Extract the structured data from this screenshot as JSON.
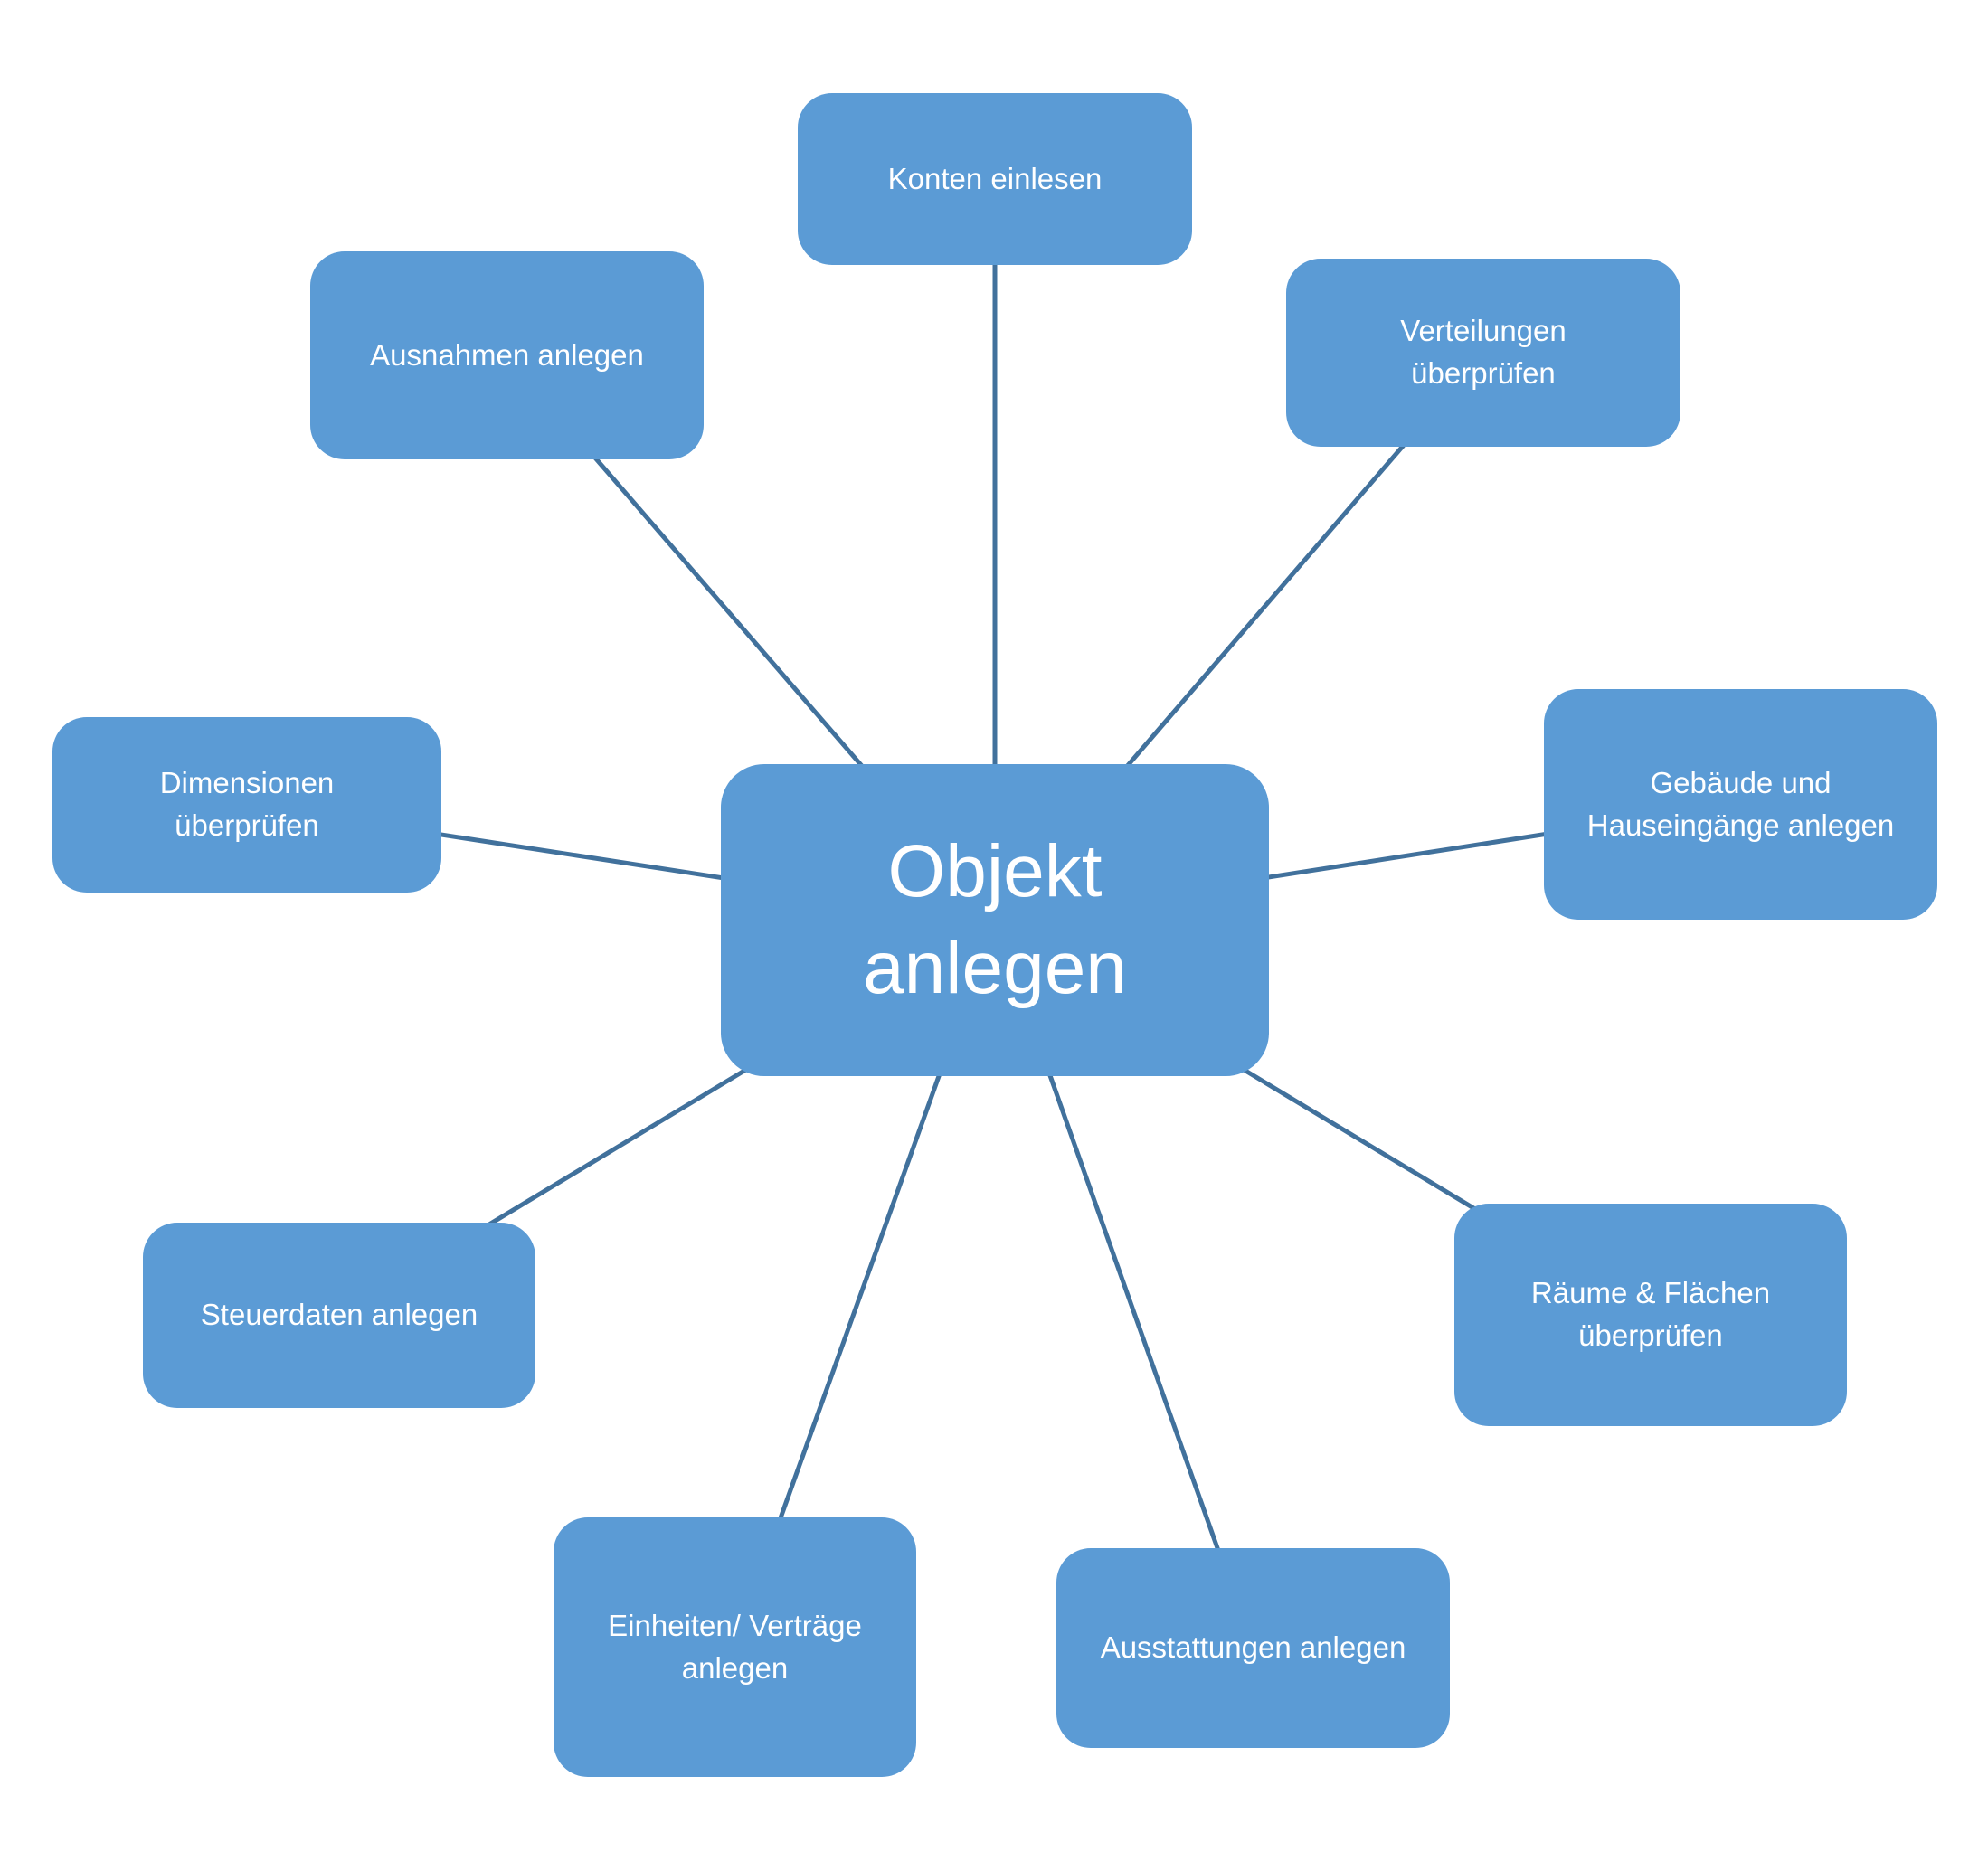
{
  "diagram": {
    "type": "radial",
    "center_node": {
      "label": "Objekt\nanlegen"
    },
    "nodes": [
      {
        "label": "Konten einlesen"
      },
      {
        "label": "Verteilungen\nüberprüfen"
      },
      {
        "label": "Gebäude und\nHauseingänge anlegen"
      },
      {
        "label": "Räume & Flächen\nüberprüfen"
      },
      {
        "label": "Ausstattungen anlegen"
      },
      {
        "label": "Einheiten/ Verträge\nanlegen"
      },
      {
        "label": "Steuerdaten anlegen"
      },
      {
        "label": "Dimensionen\nüberprüfen"
      },
      {
        "label": "Ausnahmen anlegen"
      }
    ],
    "edges": [
      "center -> Konten einlesen",
      "center -> Verteilungen überprüfen",
      "center -> Gebäude und Hauseingänge anlegen",
      "center -> Räume & Flächen überprüfen",
      "center -> Ausstattungen anlegen",
      "center -> Einheiten/ Verträge anlegen",
      "center -> Steuerdaten anlegen",
      "center -> Dimensionen überprüfen",
      "center -> Ausnahmen anlegen"
    ],
    "colors": {
      "node_fill": "#5B9BD5",
      "node_text": "#FFFFFF",
      "connector": "#41719C",
      "background": "#FFFFFF"
    }
  }
}
